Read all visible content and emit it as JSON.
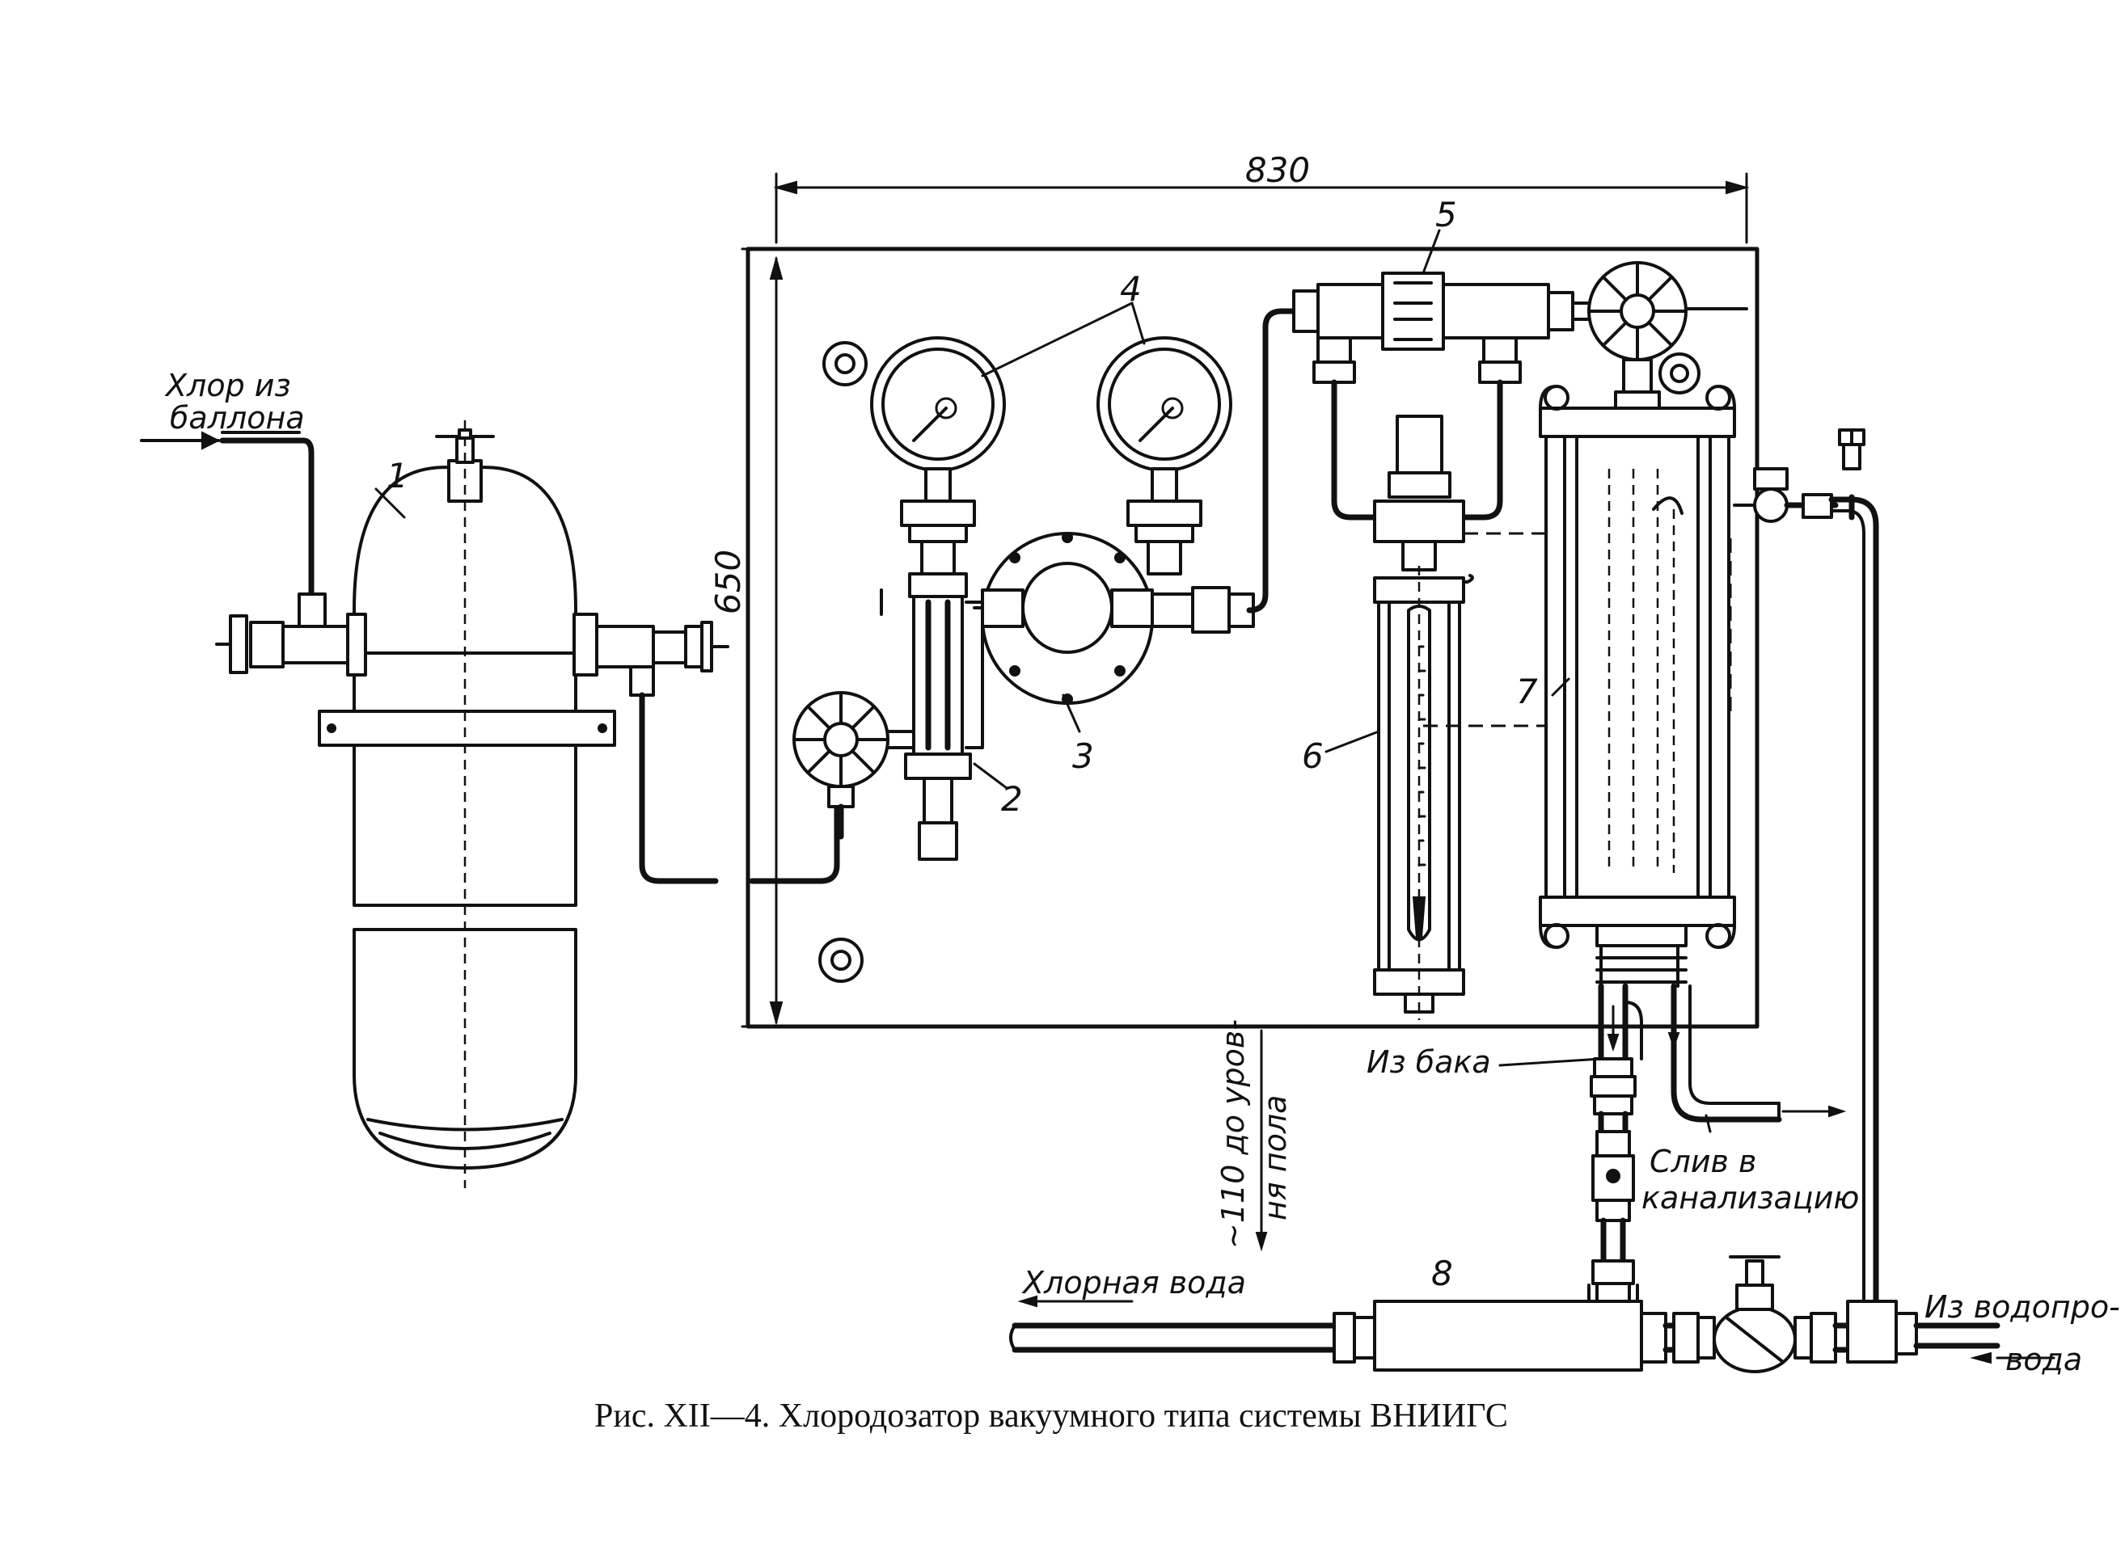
{
  "dimensions": {
    "width": "830",
    "height": "650"
  },
  "labels": {
    "chlorine_from_cylinder": [
      "Хлор из",
      "баллона"
    ],
    "from_tank": "Из бака",
    "drain": [
      "Слив в",
      "канализацию"
    ],
    "chlorine_water": "Хлорная вода",
    "from_water_supply": [
      "Из водопро-",
      "вода"
    ],
    "floor_level": [
      "~110 до уров-",
      "ня пола"
    ]
  },
  "callouts": [
    "1",
    "2",
    "3",
    "4",
    "5",
    "6",
    "7",
    "8"
  ],
  "caption": "Рис. XII—4. Хлородозатор вакуумного типа системы ВНИИГС"
}
